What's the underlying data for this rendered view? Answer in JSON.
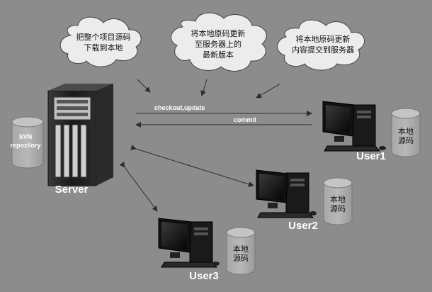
{
  "clouds": [
    {
      "lines": [
        "把整个项目源码",
        "下载到本地"
      ]
    },
    {
      "lines": [
        "将本地原码更新",
        "至服务器上的",
        "最新版本"
      ]
    },
    {
      "lines": [
        "将本地原码更新",
        "内容提交到服务器"
      ]
    }
  ],
  "flows": {
    "checkout": "checkout,update",
    "commit": "commit"
  },
  "repository": {
    "lines": [
      "SVN",
      "repozilory"
    ]
  },
  "server": {
    "label": "Server"
  },
  "users": [
    {
      "label": "User1",
      "storage": [
        "本地",
        "源码"
      ]
    },
    {
      "label": "User2",
      "storage": [
        "本地",
        "源码"
      ]
    },
    {
      "label": "User3",
      "storage": [
        "本地",
        "源码"
      ]
    }
  ],
  "colors": {
    "background": "#8c8c8c",
    "cloud_fill": "#ececec",
    "arrow": "#2e2e2e",
    "label": "#ffffff"
  }
}
